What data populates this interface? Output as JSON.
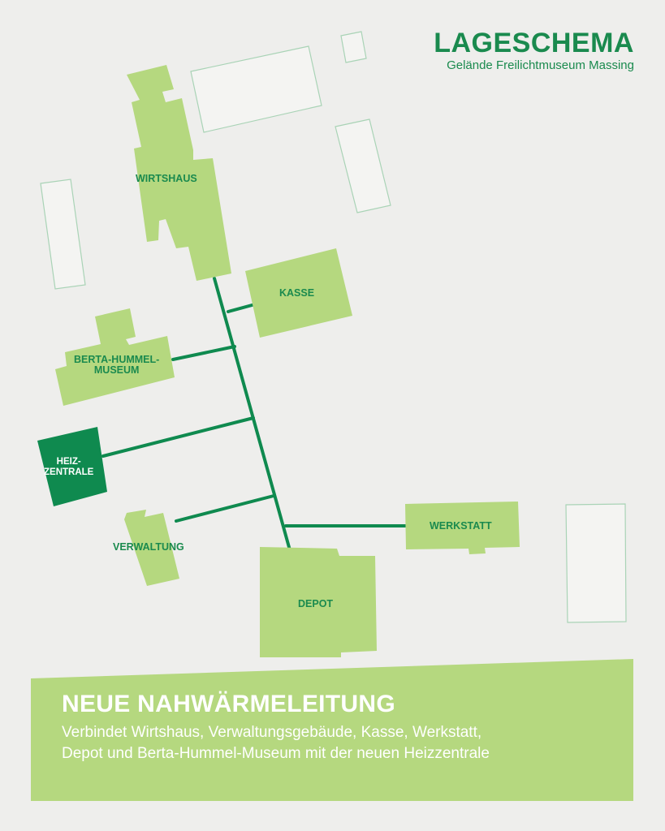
{
  "header": {
    "title": "LAGESCHEMA",
    "subtitle": "Gelände Freilichtmuseum Massing"
  },
  "buildings": {
    "wirtshaus": "WIRTSHAUS",
    "kasse": "KASSE",
    "berta_hummel_line1": "BERTA-HUMMEL-",
    "berta_hummel_line2": "MUSEUM",
    "heizzentrale_line1": "HEIZ-",
    "heizzentrale_line2": "ZENTRALE",
    "verwaltung": "VERWALTUNG",
    "werkstatt": "WERKSTATT",
    "depot": "DEPOT"
  },
  "footer": {
    "title": "NEUE NAHWÄRMELEITUNG",
    "line1": "Verbindet Wirtshaus, Verwaltungsgebäude, Kasse, Werkstatt,",
    "line2": "Depot und Berta-Hummel-Museum mit der neuen Heizzentrale"
  },
  "colors": {
    "background": "#eeeeec",
    "building_fill": "#b5d87f",
    "heating_center_fill": "#0f8a4f",
    "pipeline": "#0f8a4f",
    "accent_text": "#1a8a4e",
    "other_building_fill": "#f4f4f2",
    "other_building_outline": "#a9d3b6",
    "footer_fill": "#b5d87f"
  }
}
